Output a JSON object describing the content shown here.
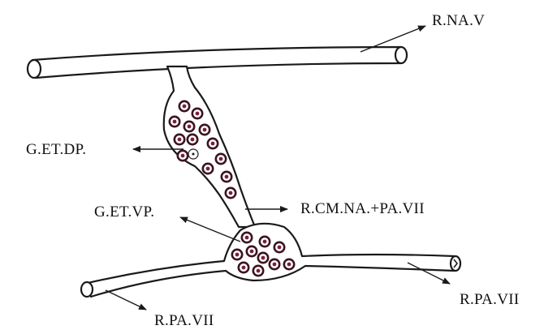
{
  "labels": {
    "rna_v": "R.NA.V",
    "get_dp": "G.ET.DP.",
    "rcm": "R.CM.NA.+PA.VII",
    "get_vp": "G.ET.VP.",
    "rpa_left": "R.PA.VII",
    "rpa_right": "R.PA.VII"
  },
  "colors": {
    "line": "#1a1a1a",
    "cell_nucleus": "#7a1f35",
    "background": "#ffffff"
  }
}
